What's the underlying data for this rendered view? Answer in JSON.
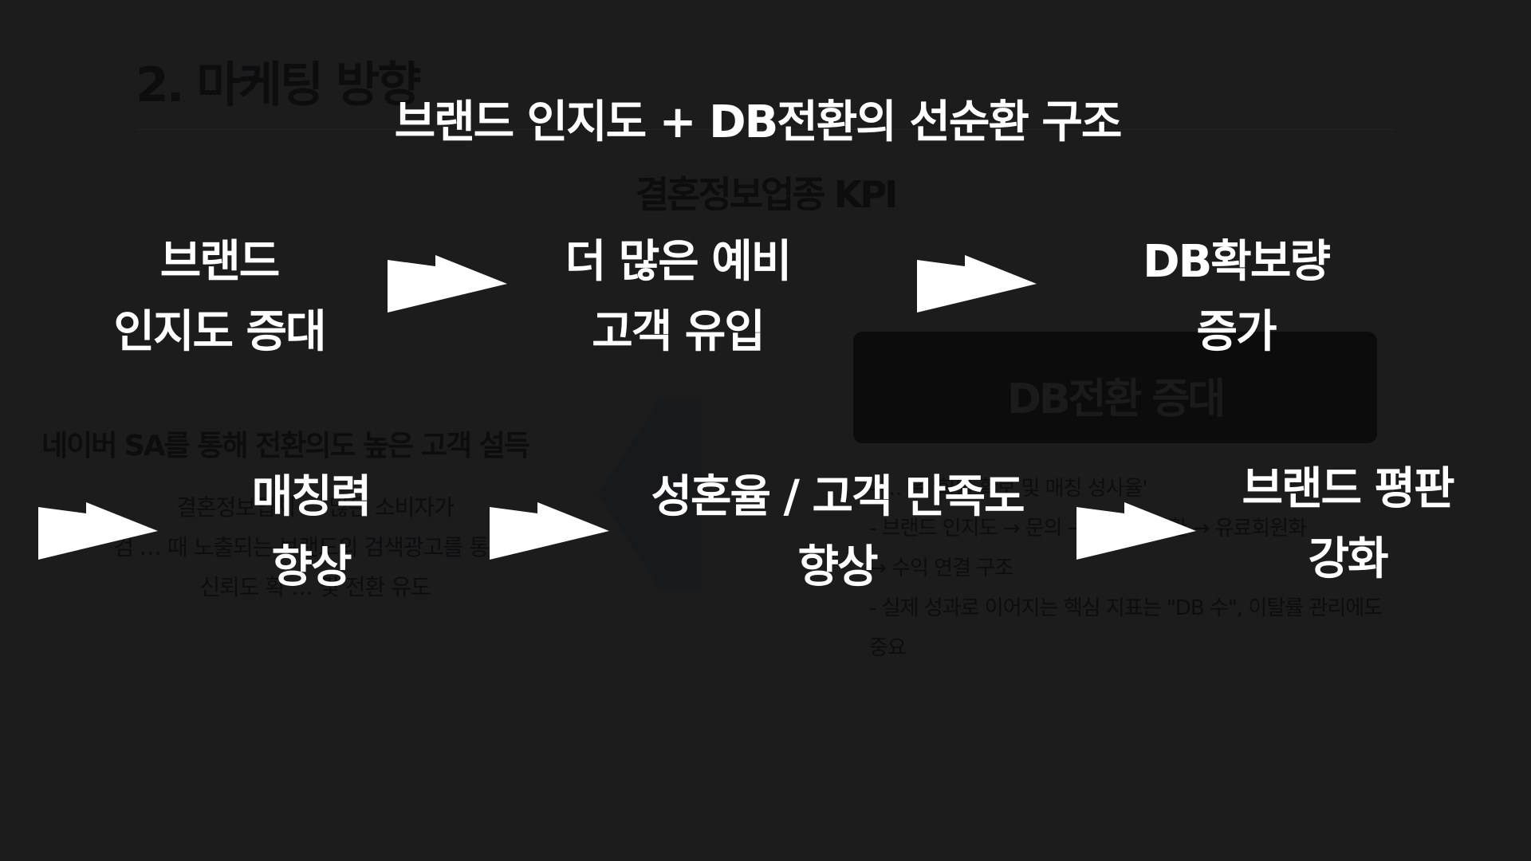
{
  "background": {
    "title": "2. 마케팅 방향",
    "kpi_heading": "결혼정보업종 KPI",
    "box_label": "DB전환 증대",
    "left_title": "네이버 SA를 통해 전환의도 높은 고객 설득",
    "left_desc": [
      "결혼정보업체 … 많은 소비자가",
      "검 … 때 노출되는 브랜드의 검색광고를 통 …",
      "신뢰도 확 … 및 전환 유도"
    ],
    "right_desc": [
      "- … 은 '회원 확보 및 매칭 성사율'",
      "- 브랜드 인지도 → 문의 → … DB 전환 → 유료회원화",
      "→ 수익 연결 구조",
      "- 실제 성과로 이어지는 핵심 지표는 \"DB 수\", 이탈률 관리에도",
      "중요"
    ]
  },
  "headline": "브랜드 인지도 + DB전환의 선순환 구조",
  "flow": [
    {
      "lines": [
        "브랜드",
        "인지도 증대"
      ]
    },
    {
      "lines": [
        "더 많은 예비",
        "고객 유입"
      ]
    },
    {
      "lines": [
        "DB확보량",
        "증가"
      ]
    },
    {
      "lines": [
        "매칭력",
        "향상"
      ]
    },
    {
      "lines": [
        "성혼율 / 고객 만족도",
        "향상"
      ]
    },
    {
      "lines": [
        "브랜드 평판",
        "강화"
      ]
    }
  ],
  "arrow_icon": "double-arrow-right-icon",
  "colors": {
    "background": "#1c1c1d",
    "text": "#ffffff"
  }
}
